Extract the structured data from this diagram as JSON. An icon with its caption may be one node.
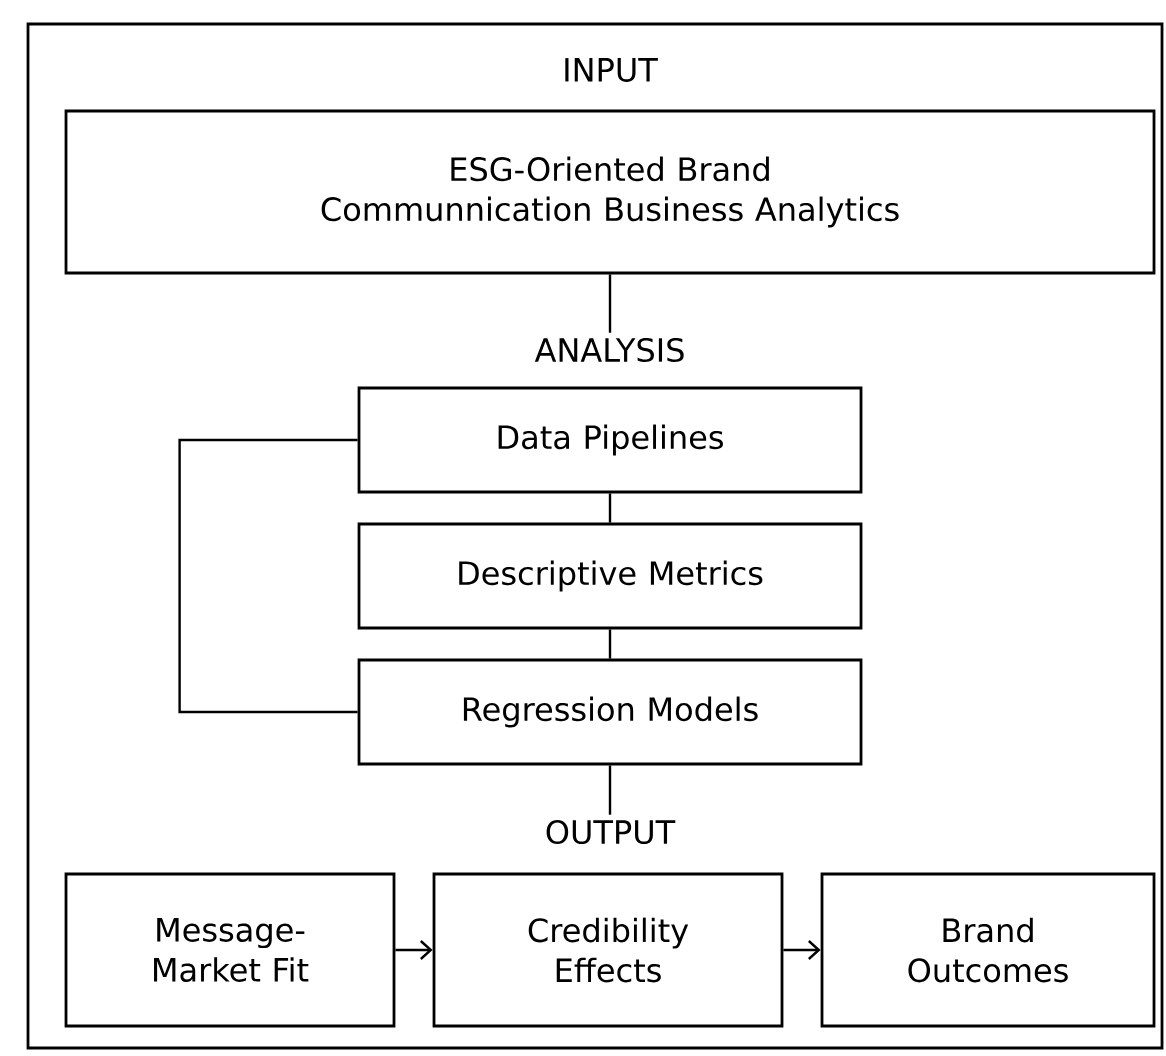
{
  "diagram": {
    "nodes": [
      {
        "text": [
          "ESG-Oriented Brand Communnication Business Analytics"
        ]
      },
      {
        "text": [
          "ANALYSIS"
        ]
      },
      {
        "text": [
          "Data Pipelines"
        ]
      },
      {
        "text": [
          "Descriptive Metrics"
        ]
      },
      {
        "text": [
          "Regression Models"
        ]
      },
      {
        "text": [
          "OUTPUT"
        ]
      },
      {
        "text": [
          "Message-Market Fit"
        ]
      },
      {
        "text": [
          "Credibility Effects"
        ]
      },
      {
        "text": [
          "Brand Outcomes"
        ]
      }
    ],
    "edges": [
      {
        "from": 0,
        "to": 1,
        "arrow": "none"
      },
      {
        "from": 2,
        "to": 3,
        "arrow": "none"
      },
      {
        "from": 3,
        "to": 4,
        "arrow": "none"
      },
      {
        "from": 2,
        "to": 4,
        "arrow": "none"
      },
      {
        "from": 4,
        "to": 5,
        "arrow": "none"
      },
      {
        "from": 6,
        "to": 7,
        "arrow": "to"
      },
      {
        "from": 7,
        "to": 8,
        "arrow": "to"
      }
    ],
    "labels": [
      "INPUT"
    ]
  }
}
